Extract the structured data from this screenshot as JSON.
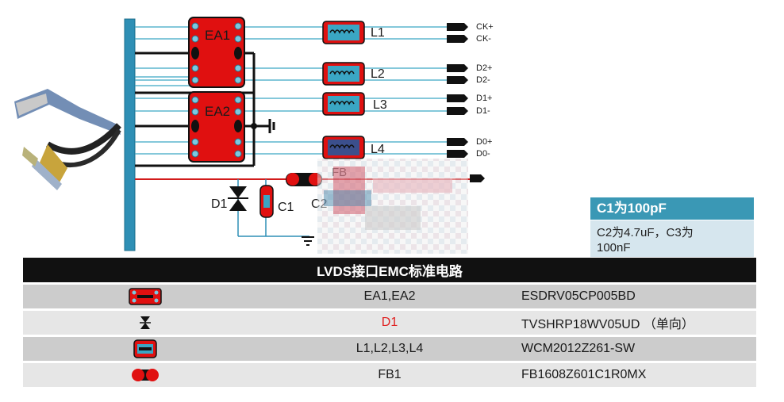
{
  "schematic": {
    "signals": [
      "CK+",
      "CK-",
      "D2+",
      "D2-",
      "D1+",
      "D1-",
      "D0+",
      "D0-"
    ],
    "inductors": [
      "L1",
      "L2",
      "L3",
      "L4"
    ],
    "arrays": [
      "EA1",
      "EA2"
    ],
    "ferrite_label": "FB",
    "diode_label": "D1",
    "cap1_label": "C1",
    "cap2_label": "C2",
    "colors": {
      "bus": "#2e8fb5",
      "device_red": "#e01010",
      "power_line": "#d21b1b"
    }
  },
  "caption": {
    "title": "C1为100pF",
    "body_line1": "C2为4.7uF，C3为",
    "body_line2": "100nF"
  },
  "table": {
    "title": "LVDS接口EMC标准电路",
    "rows": [
      {
        "icon": "esd-array-icon",
        "part": "EA1,EA2",
        "model": "ESDRV05CP005BD",
        "part_color": "#1a1a1a"
      },
      {
        "icon": "tvs-diode-icon",
        "part": "D1",
        "model": "TVSHRP18WV05UD （单向）",
        "part_color": "#e02020"
      },
      {
        "icon": "common-mode-choke-icon",
        "part": "L1,L2,L3,L4",
        "model": "WCM2012Z261-SW",
        "part_color": "#1a1a1a"
      },
      {
        "icon": "ferrite-bead-icon",
        "part": "FB1",
        "model": "FB1608Z601C1R0MX",
        "part_color": "#1a1a1a"
      }
    ]
  }
}
